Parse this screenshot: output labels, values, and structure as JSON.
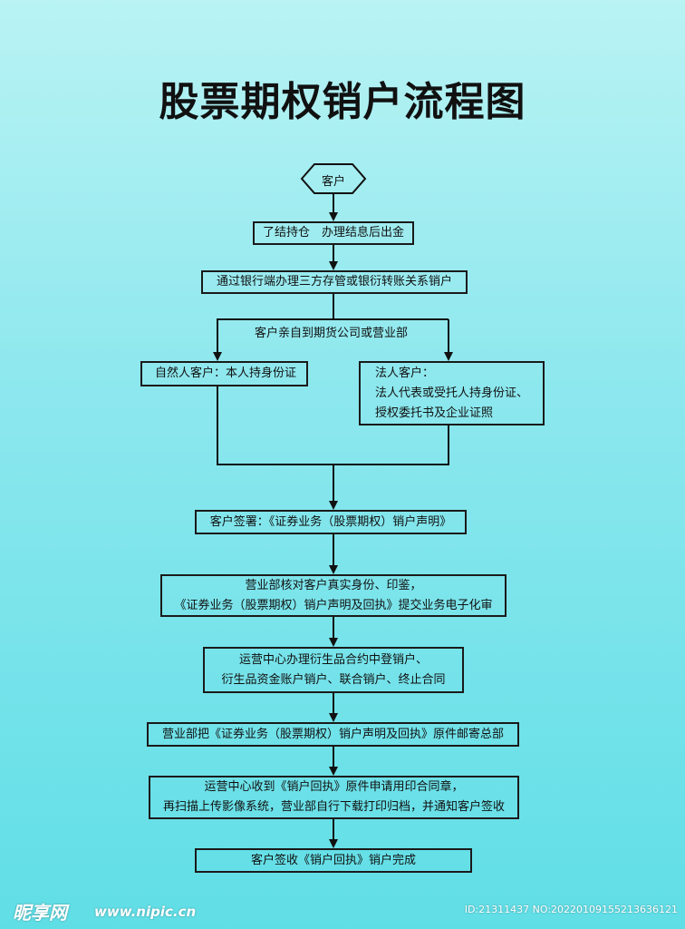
{
  "title": "股票期权销户流程图",
  "start": "客户",
  "steps": {
    "s1": "了结持仓　办理结息后出金",
    "s2": "通过银行端办理三方存管或银衍转账关系销户",
    "branch_label": "客户亲自到期货公司或营业部",
    "natural": "自然人客户：本人持身份证",
    "legal": [
      "法人客户：",
      "法人代表或受托人持身份证、",
      "授权委托书及企业证照"
    ],
    "s3": "客户签署：《证券业务（股票期权）销户声明》",
    "s4": [
      "营业部核对客户真实身份、印鉴，",
      "《证券业务（股票期权）销户声明及回执》提交业务电子化审"
    ],
    "s5": [
      "运营中心办理衍生品合约中登销户、",
      "衍生品资金账户销户、联合销户、终止合同"
    ],
    "s6": "营业部把《证券业务（股票期权）销户声明及回执》原件邮寄总部",
    "s7": [
      "运营中心收到《销户回执》原件申请用印合同章，",
      "再扫描上传影像系统，营业部自行下载打印归档，并通知客户签收"
    ],
    "s8": "客户签收《销户回执》销户完成"
  },
  "watermark": {
    "logo": "昵享网",
    "url": "www.nipic.cn",
    "id": "ID:21311437 NO:20220109155213636121"
  }
}
